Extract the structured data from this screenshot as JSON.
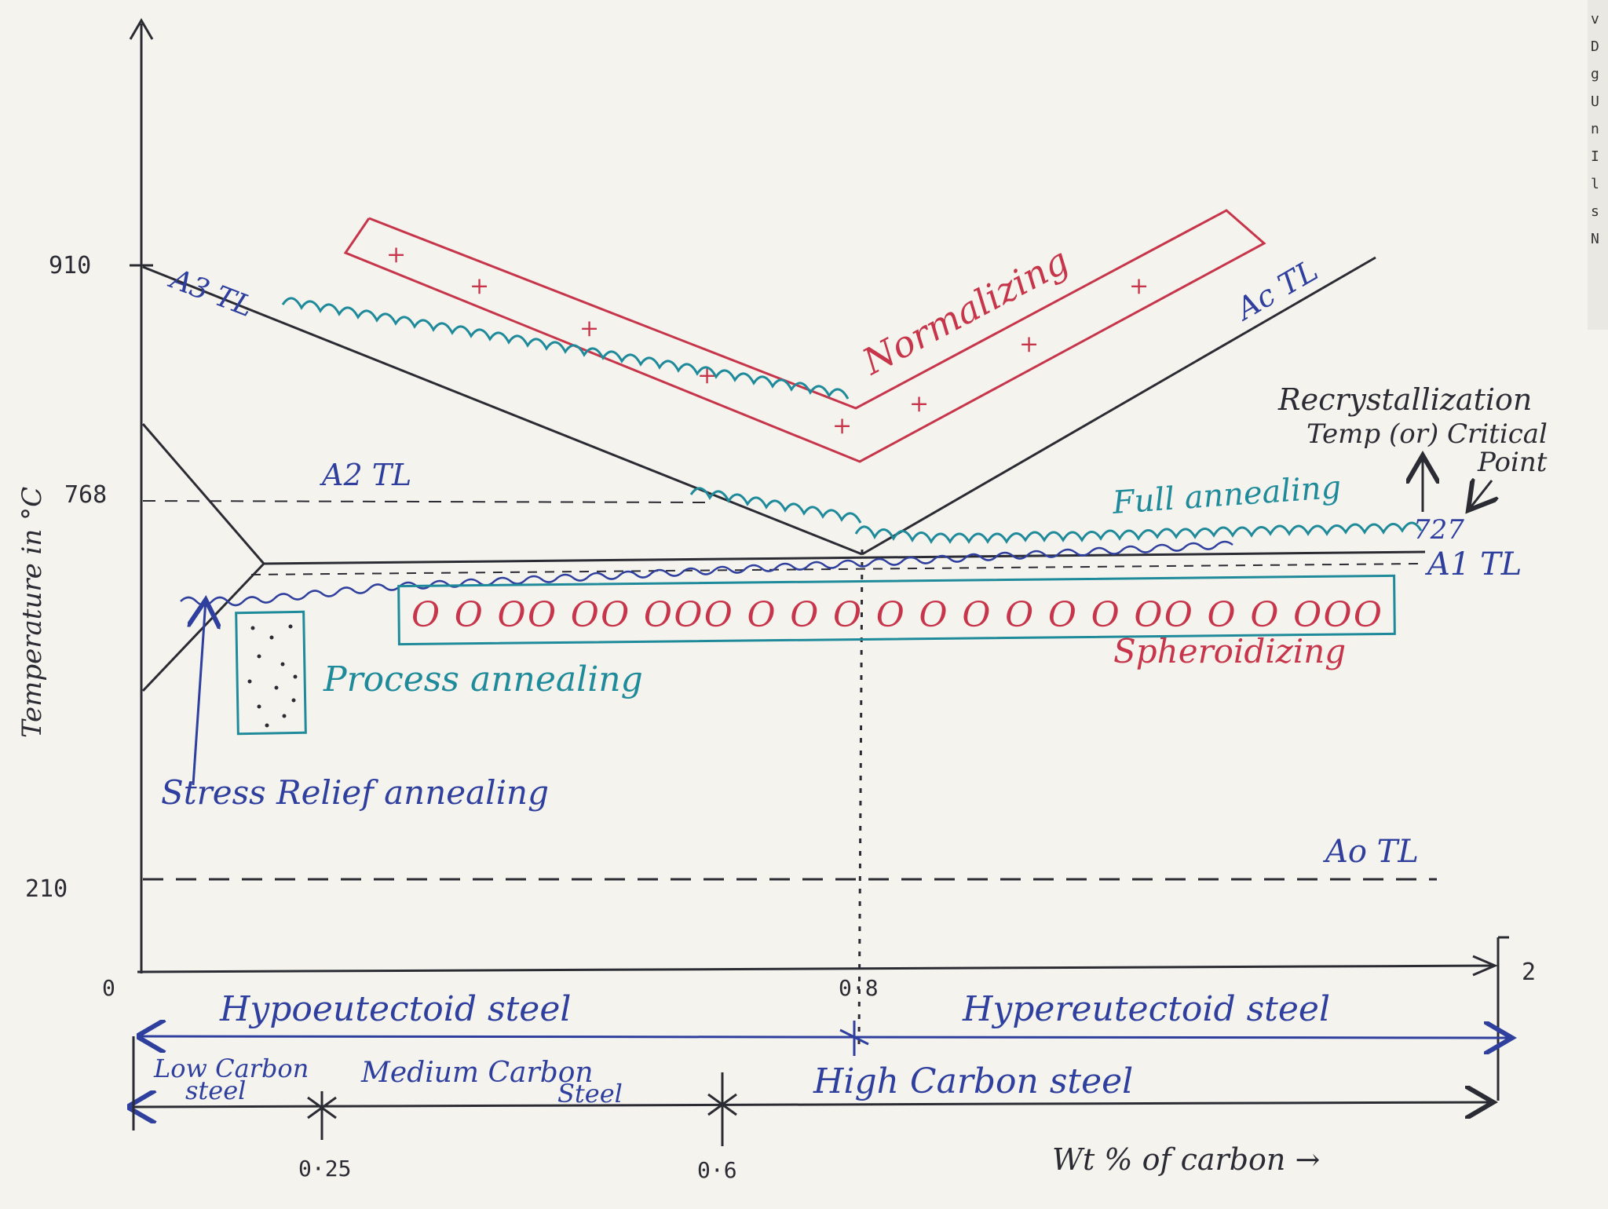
{
  "axes": {
    "y_label": "Temperature in °C",
    "x_label": "Wt % of carbon →",
    "y_ticks": [
      "910",
      "768",
      "210"
    ],
    "x_ticks": [
      "0",
      "0·25",
      "0·6",
      "0·8",
      "2"
    ]
  },
  "lines": {
    "a3": "A3 TL",
    "a2": "A2 TL",
    "acm": "Ac TL",
    "a1": "A1 TL",
    "a1_temp": "727",
    "a0": "Ao TL"
  },
  "regions": {
    "normalizing": "Normalizing",
    "full_annealing": "Full annealing",
    "spheroidizing": "Spheroidizing",
    "spheroid_marks": "O O OO OO OOO O O O O O O O O O OO O O OOO",
    "process_annealing": "Process annealing",
    "stress_relief": "Stress Relief annealing",
    "recrystallization": [
      "Recrystallization",
      "Temp (or) Critical",
      "Point"
    ]
  },
  "classification": {
    "hypo": "Hypoeutectoid steel",
    "hyper": "Hypereutectoid steel",
    "low": [
      "Low Carbon",
      "steel"
    ],
    "medium": [
      "Medium Carbon",
      "Steel"
    ],
    "high": "High Carbon steel"
  },
  "edge_text": [
    "v",
    "D",
    "g",
    "U",
    "n",
    "I",
    "l",
    "s",
    "N"
  ],
  "colors": {
    "black": "#2b2b33",
    "blue": "#2f3f9e",
    "teal": "#1f8a9a",
    "red": "#c7354a",
    "paper": "#f4f3ee"
  }
}
